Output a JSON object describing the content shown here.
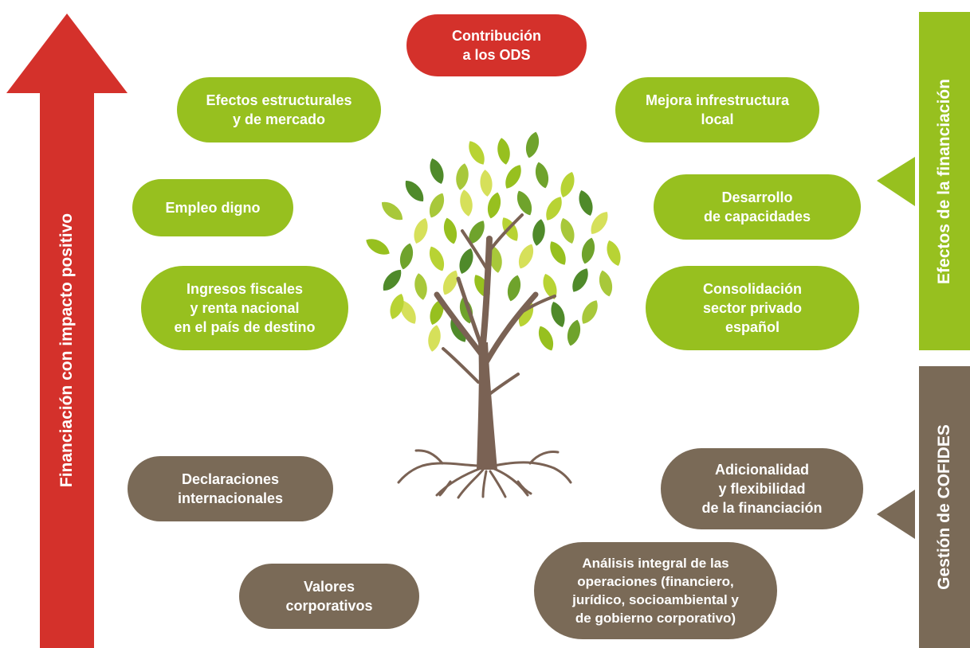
{
  "colors": {
    "red": "#d4312b",
    "green": "#97c01f",
    "brown": "#7a6a57",
    "trunk": "#7a6254"
  },
  "arrow": {
    "label": "Financiación con impacto positivo"
  },
  "top_goal": {
    "label": "Contribución\na los ODS"
  },
  "effects": {
    "title": "Efectos de la financiación",
    "items": [
      "Efectos estructurales\ny de mercado",
      "Mejora infrestructura\nlocal",
      "Empleo digno",
      "Desarrollo\nde capacidades",
      "Ingresos fiscales\ny renta nacional\nen el país de destino",
      "Consolidación\nsector privado\nespañol"
    ]
  },
  "management": {
    "title": "Gestión de COFIDES",
    "items": [
      "Declaraciones\ninternacionales",
      "Adicionalidad\ny flexibilidad\nde la financiación",
      "Valores\ncorporativos",
      "Análisis integral de las\noperaciones (financiero,\njurídico, socioambiental y\nde gobierno corporativo)"
    ]
  },
  "tree": {
    "icon": "tree-icon"
  }
}
